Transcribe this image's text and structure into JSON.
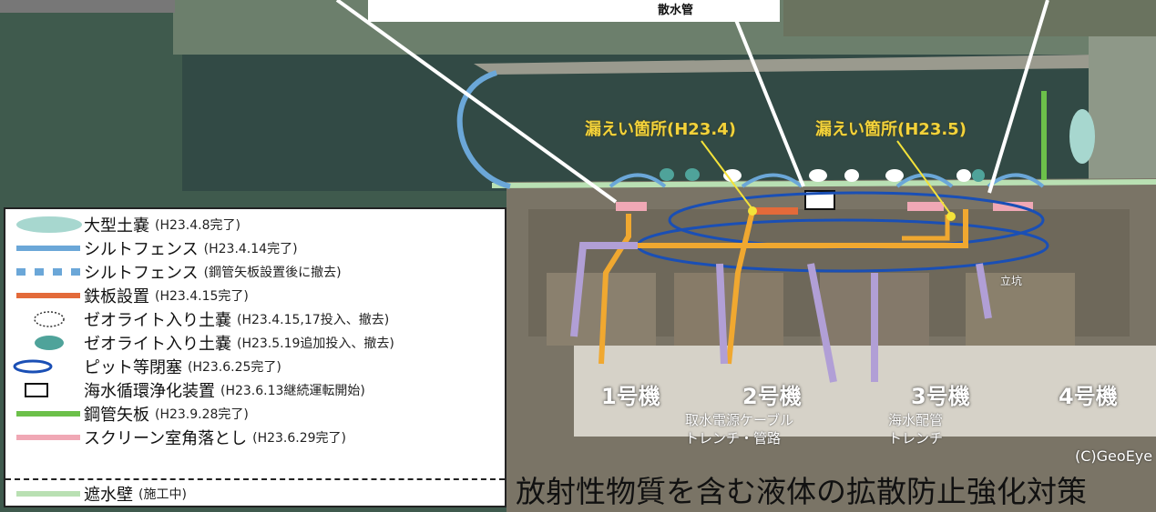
{
  "callouts": {
    "top_label": "散水管"
  },
  "leaks": [
    {
      "label": "漏えい箇所(H23.4)"
    },
    {
      "label": "漏えい箇所(H23.5)"
    }
  ],
  "units": [
    "1号機",
    "2号機",
    "3号機",
    "4号機"
  ],
  "trenches": {
    "intake": [
      "取水電源ケーブル",
      "トレンチ・管路"
    ],
    "seawater": [
      "海水配管",
      "トレンチ"
    ]
  },
  "small_label": "立坑",
  "watermark": "(C)GeoEye",
  "legend": [
    {
      "label": "大型土嚢",
      "note": "(H23.4.8完了)",
      "symbol": "large-sandbag-ellipse",
      "color": "#a7d7cf"
    },
    {
      "label": "シルトフェンス",
      "note": "(H23.4.14完了)",
      "symbol": "silt-fence-line",
      "color": "#6ba7d8"
    },
    {
      "label": "シルトフェンス",
      "note": "(鋼管矢板設置後に撤去)",
      "symbol": "silt-fence-dashed",
      "color": "#6ba7d8"
    },
    {
      "label": "鉄板設置",
      "note": "(H23.4.15完了)",
      "symbol": "steel-plate-line",
      "color": "#e36a3a"
    },
    {
      "label": "ゼオライト入り土嚢",
      "note": "(H23.4.15,17投入、撤去)",
      "symbol": "zeolite-sandbag-dotted",
      "color": "#ffffff"
    },
    {
      "label": "ゼオライト入り土嚢",
      "note": "(H23.5.19追加投入、撤去)",
      "symbol": "zeolite-sandbag-teal",
      "color": "#4fa39a"
    },
    {
      "label": "ピット等閉塞",
      "note": "(H23.6.25完了)",
      "symbol": "pit-closure-cloud",
      "color": "#1a4fb5"
    },
    {
      "label": "海水循環浄化装置",
      "note": "(H23.6.13継続運転開始)",
      "symbol": "purifier-rect",
      "color": "#111111"
    },
    {
      "label": "鋼管矢板",
      "note": "(H23.9.28完了)",
      "symbol": "steel-pipe-sheet-line",
      "color": "#6cc04a"
    },
    {
      "label": "スクリーン室角落とし",
      "note": "(H23.6.29完了)",
      "symbol": "screen-room-line",
      "color": "#f0a8b5"
    },
    {
      "label": "遮水壁",
      "note": "(施工中)",
      "symbol": "water-shield-wall-line",
      "color": "#b9e0b3"
    }
  ],
  "caption": "放射性物質を含む液体の拡散防止強化対策"
}
